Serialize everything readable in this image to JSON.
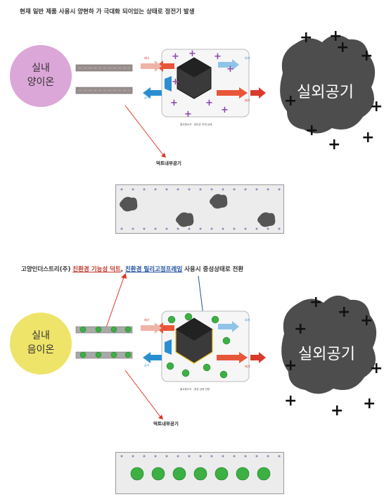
{
  "top": {
    "title": "현재 일반 제품 사용시  양현하 가 극대화 되이있는 상태로 정전기 발생",
    "indoor_label_line1": "실내",
    "indoor_label_line2": "양이온",
    "outdoor_label": "실외공기",
    "duct_note": "덕트내부공기",
    "indoor_circle_color": "#dba6d8",
    "ion_color": "#8e44ad"
  },
  "bottom": {
    "title_prefix": "고양인더스트리(주) ",
    "title_red": "친환경 기능성 덕트",
    "title_sep": ", ",
    "title_blue": "친환경 릴리고정프레임",
    "title_suffix": " 사용시 중성상태로 전환",
    "indoor_label_line1": "실내",
    "indoor_label_line2": "음이온",
    "outdoor_label": "실외공기",
    "duct_note": "덕트내부공기",
    "indoor_circle_color": "#efe46a",
    "neutral_color": "#3cb043"
  },
  "colors": {
    "arrow_red": "#d93a2b",
    "arrow_blue": "#2a8fd0",
    "cloud": "#4d4d4d",
    "pointer_red": "#e0342a",
    "pointer_blue": "#1f4e9e"
  }
}
